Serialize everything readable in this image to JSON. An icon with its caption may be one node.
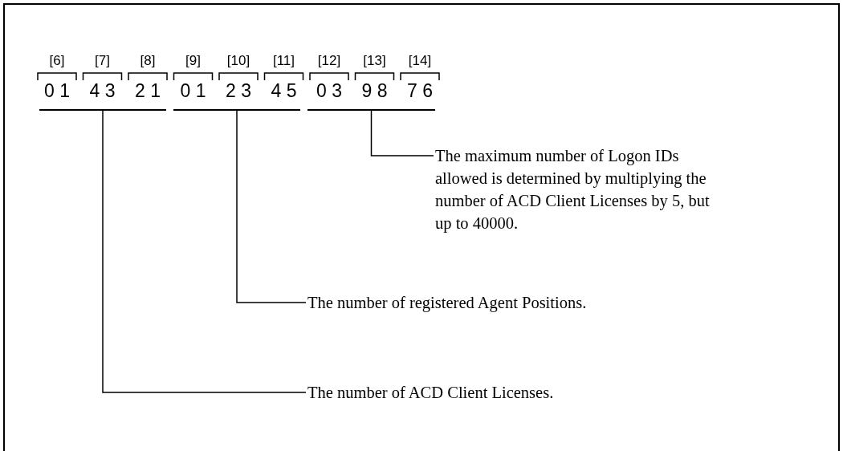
{
  "diagram": {
    "nodes": [
      {
        "text": [],
        "shape": "bar"
      },
      {
        "text": [],
        "shape": "bar"
      },
      {
        "text": [],
        "shape": "bar"
      },
      {
        "text": [
          "The maximum number of Logon IDs allowed is determined by multiplying the number of ACD Client Licenses by 5, but up to 40000."
        ]
      },
      {
        "text": [
          "The number of registered Agent Positions."
        ]
      },
      {
        "text": [
          "The number of ACD Client Licenses."
        ]
      }
    ],
    "edges": [
      {
        "from": 3,
        "to": 2,
        "arrow": "none"
      },
      {
        "from": 4,
        "to": 1,
        "arrow": "none"
      },
      {
        "from": 5,
        "to": 0,
        "arrow": "none"
      }
    ],
    "labels": [
      "[6]",
      "[7]",
      "[8]",
      "[9]",
      "[10]",
      "[11]",
      "[12]",
      "[13]",
      "[14]",
      "0 1",
      "4 3",
      "2 1",
      "0 1",
      "2 3",
      "4 5",
      "0 3",
      "9 8",
      "7 6"
    ]
  }
}
